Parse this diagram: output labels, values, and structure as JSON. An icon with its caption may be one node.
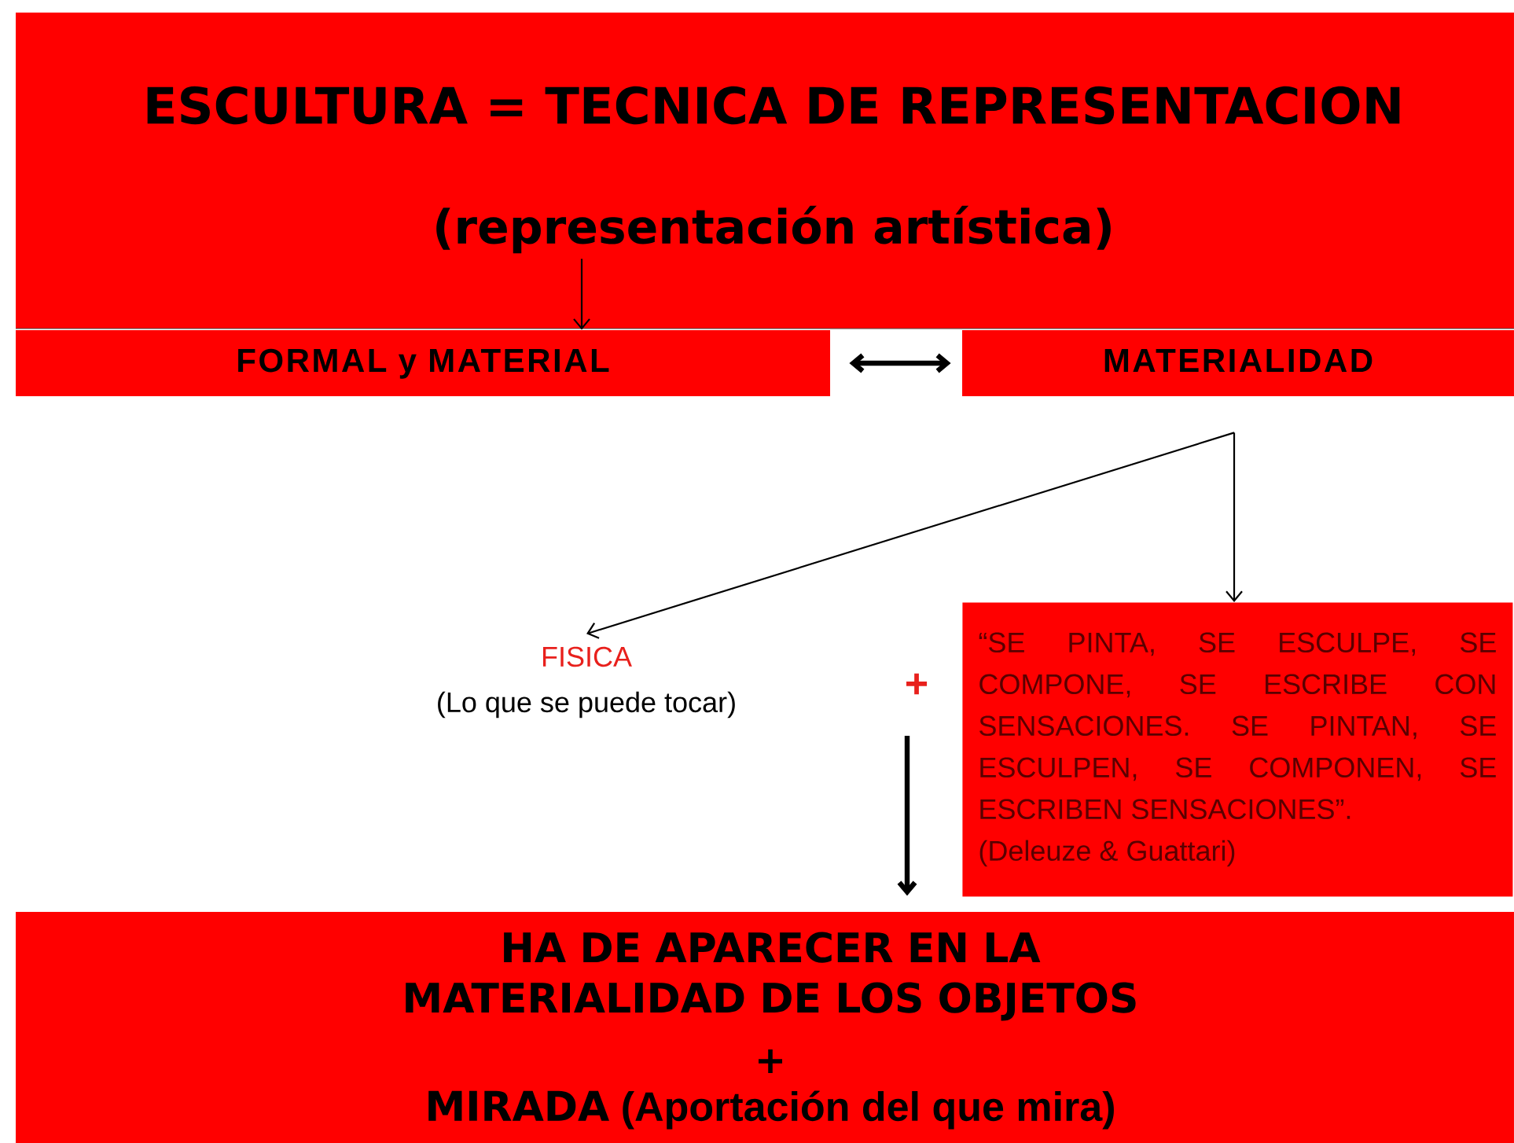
{
  "diagram": {
    "nodes": [
      {
        "text": [
          "ESCULTURA = TECNICA DE REPRESENTACION",
          "(representación artística)"
        ]
      },
      {
        "text": [
          "FORMAL y MATERIAL"
        ]
      },
      {
        "text": [
          "MATERIALIDAD"
        ]
      },
      {
        "text": [
          "FISICA",
          "(Lo que se puede tocar)"
        ]
      },
      {
        "text": [
          "“SE PINTA, SE ESCULPE, SE COMPONE, SE ESCRIBE CON SENSACIONES. SE PINTAN, SE ESCULPEN, SE COMPONEN, SE ESCRIBEN SENSACIONES”.",
          "(Deleuze & Guattari)"
        ]
      },
      {
        "text": [
          "HA DE APARECER EN LA MATERIALIDAD DE LOS OBJETOS",
          "+",
          "**MIRADA** (Aportación del que mira)"
        ]
      }
    ],
    "edges": [
      {
        "from": 0,
        "to": 1,
        "arrow": "to"
      },
      {
        "from": 1,
        "to": 2,
        "arrow": "both",
        "style": "thick"
      },
      {
        "from": 2,
        "to": 3,
        "arrow": "to"
      },
      {
        "from": 2,
        "to": 4,
        "arrow": "to"
      },
      {
        "from": null,
        "to": 5,
        "arrow": "to",
        "style": "thick"
      }
    ],
    "labels": [
      "+"
    ]
  }
}
